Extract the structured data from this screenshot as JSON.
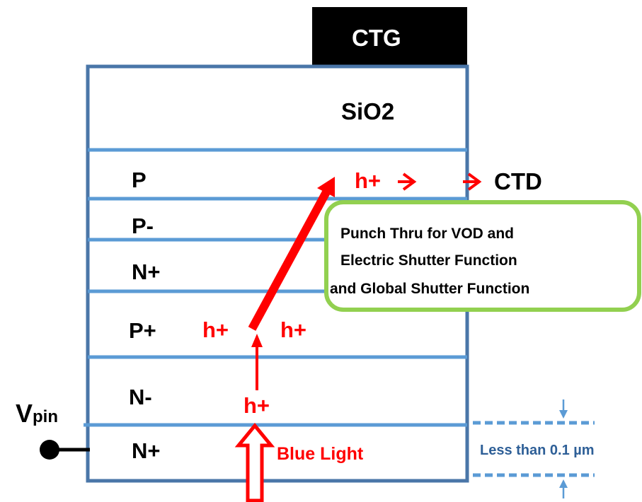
{
  "gate_label": "CTG",
  "oxide_label": "SiO2",
  "layers": [
    "P",
    "P-",
    "N+",
    "P+",
    "N-",
    "N+"
  ],
  "holes": [
    "h+",
    "h+",
    "h+",
    "h+"
  ],
  "ctd_label": "CTD",
  "callout": {
    "line1": "Punch Thru for VOD and",
    "line2": "Electric Shutter Function",
    "line3": "and Global Shutter Function"
  },
  "vpin": {
    "main": "V",
    "sub": "pin"
  },
  "blue_light_label": "Blue Light",
  "depth_label": "Less than  0.1 µm",
  "colors": {
    "device_border": "#4a76a8",
    "layer_line": "#5b9bd5",
    "callout_border": "#92d050",
    "carrier": "#ff0000",
    "dimension": "#2e5f97"
  }
}
